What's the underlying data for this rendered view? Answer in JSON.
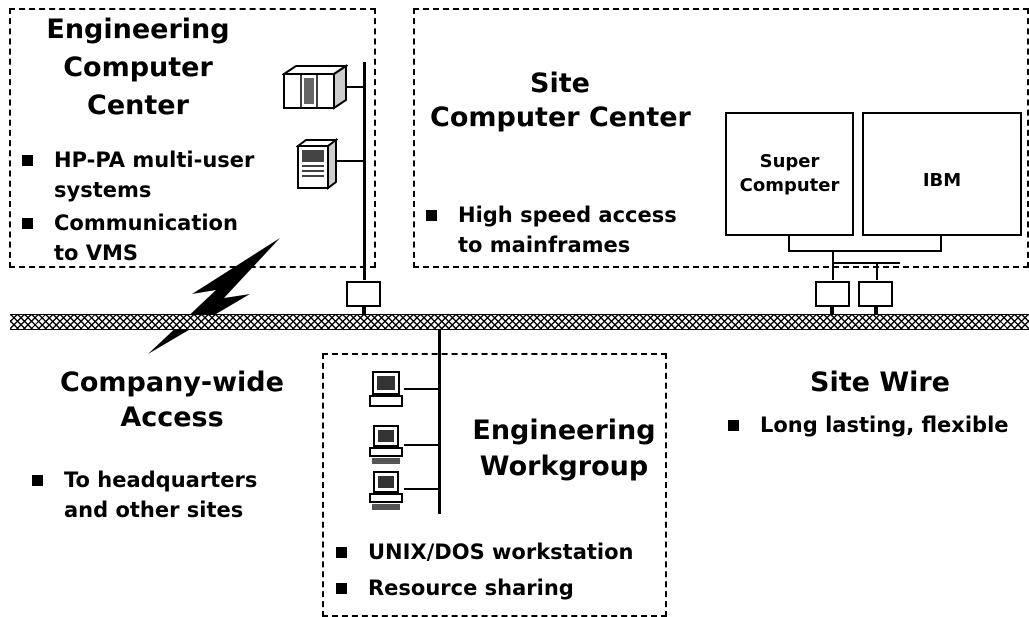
{
  "engineering_computer_center": {
    "title_lines": [
      "Engineering",
      "Computer",
      "Center"
    ],
    "bullets": [
      "HP-PA multi-user systems",
      "Communication to VMS"
    ],
    "bullet_lines": [
      [
        "HP-PA multi-user",
        "systems"
      ],
      [
        "Communication",
        "to VMS"
      ]
    ]
  },
  "site_computer_center": {
    "title_lines": [
      "Site",
      "Computer Center"
    ],
    "bullet_lines": [
      "High speed access",
      "to mainframes"
    ],
    "super_computer": {
      "lines": [
        "Super",
        "Computer"
      ]
    },
    "ibm": {
      "label": "IBM"
    }
  },
  "company_wide_access": {
    "title_lines": [
      "Company-wide",
      "Access"
    ],
    "bullet_lines": [
      "To headquarters",
      "and other sites"
    ]
  },
  "engineering_workgroup": {
    "title_lines": [
      "Engineering",
      "Workgroup"
    ],
    "bullets": [
      "UNIX/DOS workstation",
      "Resource sharing"
    ]
  },
  "site_wire": {
    "title": "Site Wire",
    "bullet": "Long lasting, flexible"
  },
  "icons": [
    "cabinet-server-icon",
    "minicomputer-icon",
    "workstation-icon",
    "lightning-link-icon"
  ]
}
